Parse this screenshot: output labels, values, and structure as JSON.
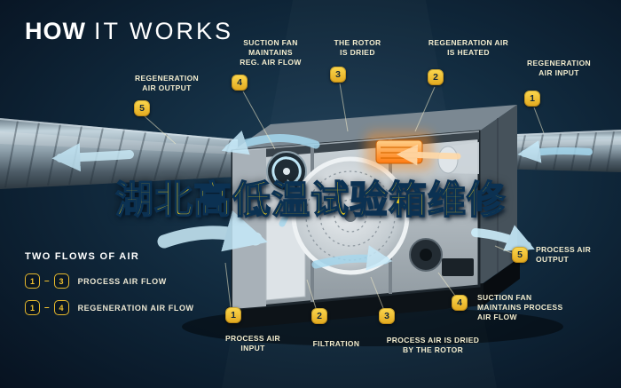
{
  "title": {
    "strong": "HOW",
    "light": "IT WORKS"
  },
  "watermark": "湖北高低温试验箱维修",
  "callouts": [
    {
      "num": "5",
      "label": "REGENERATION\nAIR OUTPUT"
    },
    {
      "num": "4",
      "label": "SUCTION FAN\nMAINTAINS\nREG. AIR FLOW"
    },
    {
      "num": "3",
      "label": "THE ROTOR\nIS DRIED"
    },
    {
      "num": "2",
      "label": "REGENERATION AIR\nIS HEATED"
    },
    {
      "num": "1",
      "label": "REGENERATION\nAIR INPUT"
    },
    {
      "num": "5",
      "label": "PROCESS AIR\nOUTPUT"
    },
    {
      "num": "4",
      "label": "SUCTION FAN\nMAINTAINS PROCESS\nAIR FLOW"
    },
    {
      "num": "3",
      "label": "PROCESS AIR IS DRIED\nBY THE ROTOR"
    },
    {
      "num": "2",
      "label": "FILTRATION"
    },
    {
      "num": "1",
      "label": "PROCESS AIR\nINPUT"
    }
  ],
  "legend": {
    "title": "TWO FLOWS OF AIR",
    "items": [
      {
        "from": "1",
        "sep": "–",
        "to": "3",
        "label": "PROCESS AIR FLOW"
      },
      {
        "from": "1",
        "sep": "–",
        "to": "4",
        "label": "REGENERATION AIR FLOW"
      }
    ]
  },
  "colors": {
    "background": "#0D2236",
    "badge": "#F2C230",
    "flow_arrow": "#AEDCF0",
    "heater": "#FF8C1E",
    "watermark_text": "#FFD718"
  }
}
